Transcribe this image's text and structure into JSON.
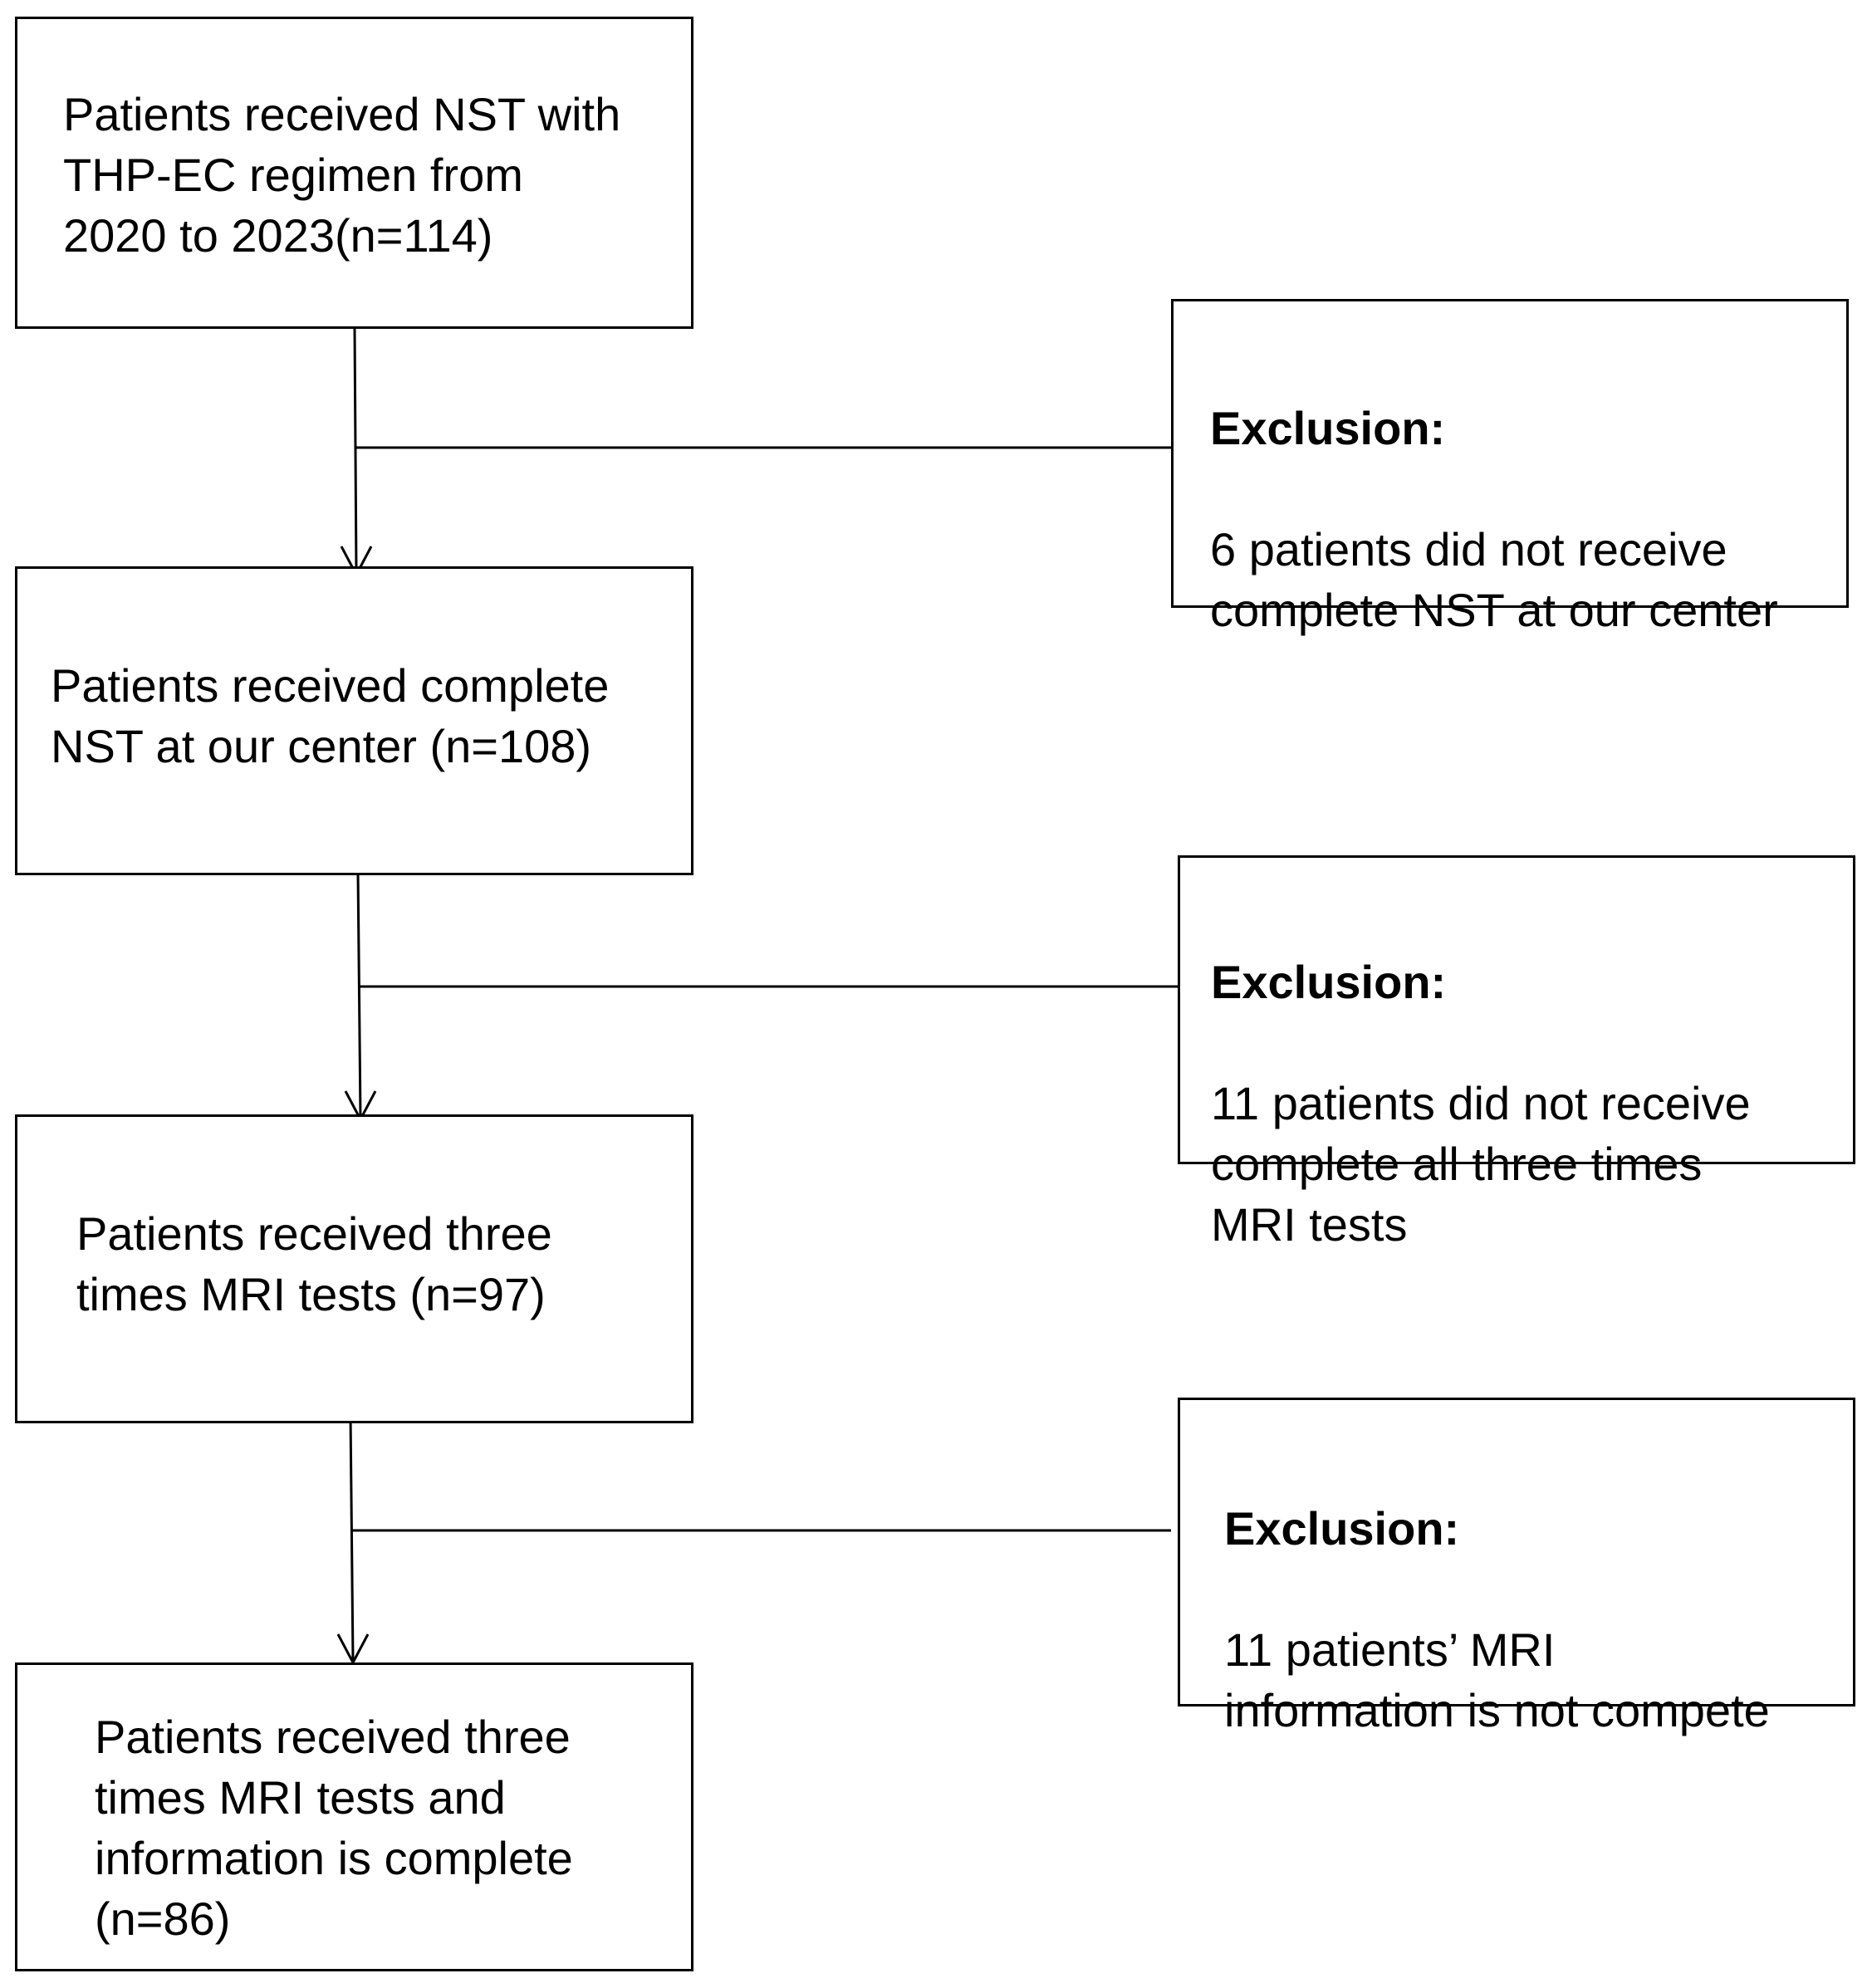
{
  "flow": {
    "steps": [
      {
        "text": "Patients received NST with\nTHP-EC regimen from\n2020 to 2023(n=114)"
      },
      {
        "text": "Patients received complete\nNST at our center (n=108)"
      },
      {
        "text": "Patients received three\ntimes MRI tests (n=97)"
      },
      {
        "text": "Patients received three\ntimes MRI tests and\ninformation is complete\n(n=86)"
      }
    ],
    "exclusions": [
      {
        "heading": "Exclusion:",
        "text": "6 patients did not receive\ncomplete NST at our center"
      },
      {
        "heading": "Exclusion:",
        "text": "11 patients did not receive\ncomplete all three  times\nMRI tests"
      },
      {
        "heading": "Exclusion:",
        "text": "11 patients’ MRI\ninformation is not compete"
      }
    ]
  },
  "colors": {
    "stroke": "#000000",
    "background": "#ffffff"
  }
}
